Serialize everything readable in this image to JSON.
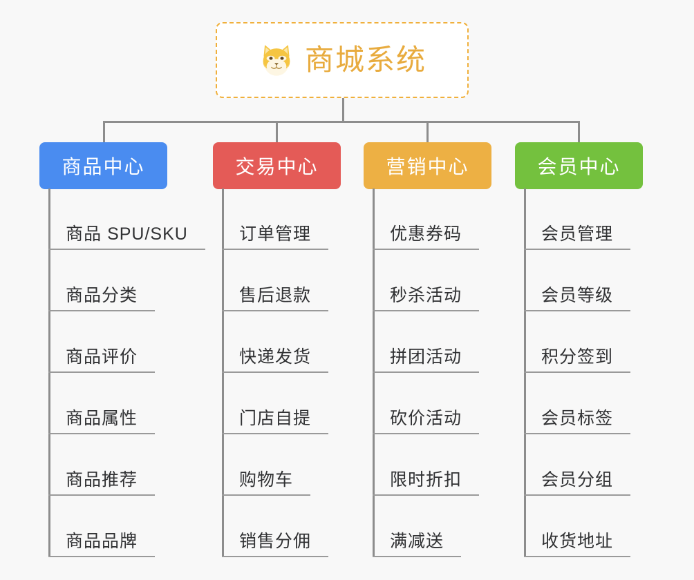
{
  "background_color": "#f8f8f8",
  "root": {
    "title": "商城系统",
    "icon": "shiba-dog-face-icon",
    "text_color": "#e8ab3e",
    "border_color": "#f0b03c",
    "background_color": "#ffffff"
  },
  "connector_color": "#8d8d8d",
  "branches": [
    {
      "label": "商品中心",
      "color": "#4a8cf0",
      "items": [
        "商品 SPU/SKU",
        "商品分类",
        "商品评价",
        "商品属性",
        "商品推荐",
        "商品品牌"
      ]
    },
    {
      "label": "交易中心",
      "color": "#e45b57",
      "items": [
        "订单管理",
        "售后退款",
        "快递发货",
        "门店自提",
        "购物车",
        "销售分佣"
      ]
    },
    {
      "label": "营销中心",
      "color": "#edb044",
      "items": [
        "优惠券码",
        "秒杀活动",
        "拼团活动",
        "砍价活动",
        "限时折扣",
        "满减送"
      ]
    },
    {
      "label": "会员中心",
      "color": "#74c13e",
      "items": [
        "会员管理",
        "会员等级",
        "积分签到",
        "会员标签",
        "会员分组",
        "收货地址"
      ]
    }
  ]
}
